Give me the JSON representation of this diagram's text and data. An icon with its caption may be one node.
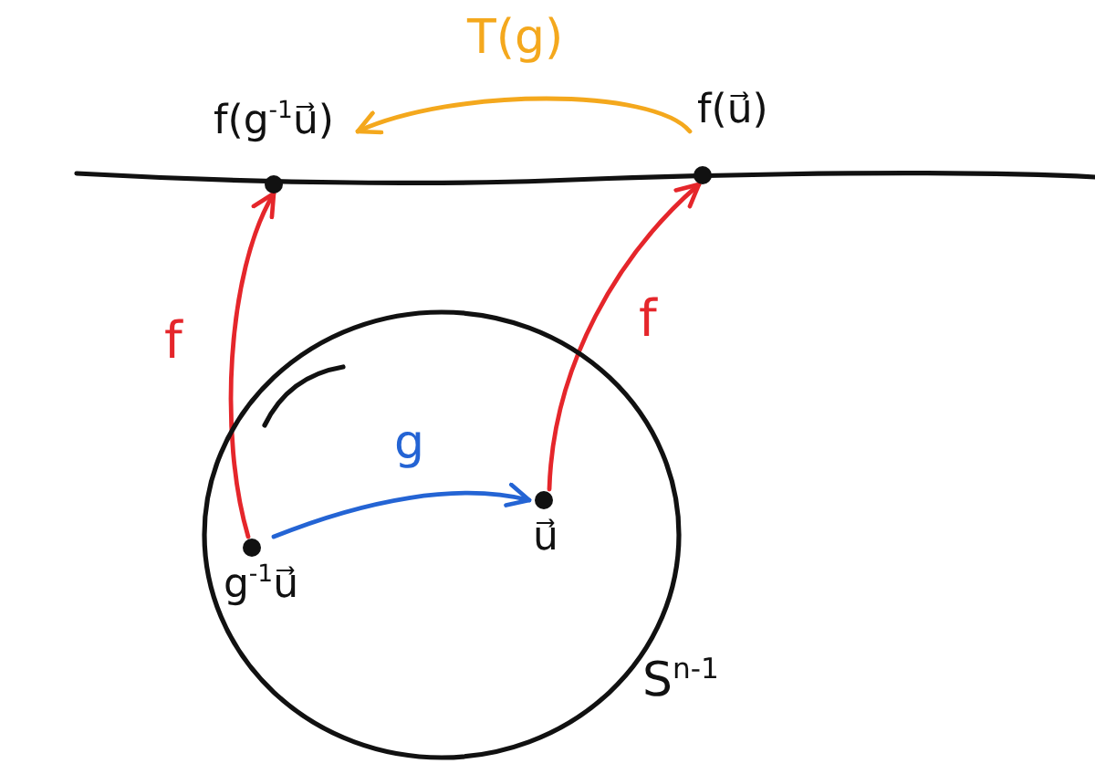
{
  "diagram": {
    "nodes": [
      {
        "text": [
          "f(g$^{-1}$u⃗)"
        ]
      },
      {
        "text": [
          "f(u⃗)"
        ]
      },
      {
        "text": [
          "S$^{n-1}$"
        ]
      },
      {
        "text": [
          "g$^{-1}$u⃗"
        ],
        "in": 2
      },
      {
        "text": [
          "u⃗"
        ],
        "in": 2
      }
    ],
    "edges": [
      {
        "from": 1,
        "to": 0,
        "arrow": "to",
        "label": "T(g)",
        "color": "#f4a81d"
      },
      {
        "from": 3,
        "to": 0,
        "arrow": "to",
        "label": "f",
        "color": "#e5262b"
      },
      {
        "from": 4,
        "to": 1,
        "arrow": "to",
        "label": "f",
        "color": "#e5262b"
      },
      {
        "from": 3,
        "to": 4,
        "arrow": "to",
        "label": "g",
        "color": "#2464d4"
      }
    ]
  }
}
